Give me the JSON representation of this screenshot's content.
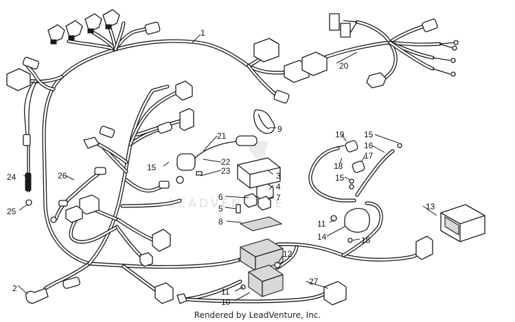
{
  "callouts": [
    "1",
    "2",
    "3",
    "4",
    "5",
    "6",
    "7",
    "8",
    "9",
    "10",
    "11",
    "11",
    "12",
    "13",
    "14",
    "15",
    "15",
    "15",
    "15",
    "16",
    "17",
    "18",
    "19",
    "20",
    "21",
    "22",
    "23",
    "24",
    "25",
    "26",
    "27"
  ],
  "watermark": "LEADVENTURE",
  "footer": "Rendered by LeadVenture, Inc."
}
